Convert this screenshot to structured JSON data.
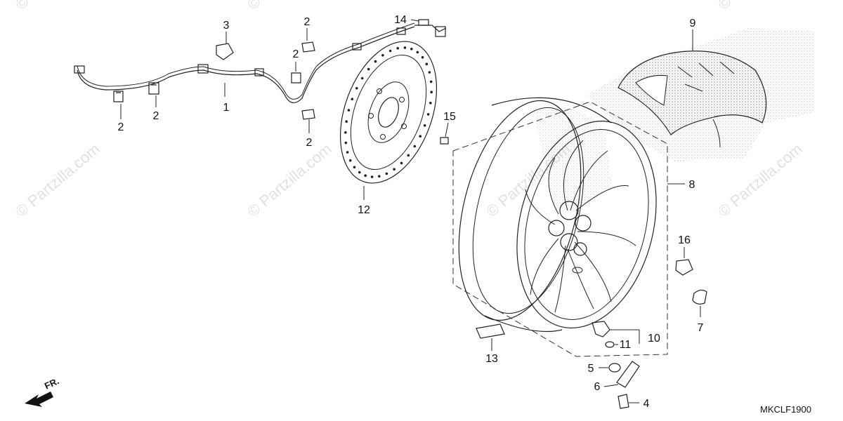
{
  "diagram_code": "MKCLF1900",
  "front_marker": "FR.",
  "watermark_text": "© Partzilla.com",
  "colors": {
    "line": "#222222",
    "tire_stipple": "#9a9a9a",
    "watermark": "#c9c9c9"
  },
  "callouts": [
    {
      "id": "wire-1",
      "label": "1"
    },
    {
      "id": "clamp-2a",
      "label": "2"
    },
    {
      "id": "clamp-2b",
      "label": "2"
    },
    {
      "id": "clamp-2c",
      "label": "2"
    },
    {
      "id": "clamp-2d",
      "label": "2"
    },
    {
      "id": "clamp-2e",
      "label": "2"
    },
    {
      "id": "clip-3",
      "label": "3"
    },
    {
      "id": "cap-4",
      "label": "4"
    },
    {
      "id": "nut-5",
      "label": "5"
    },
    {
      "id": "valve-6",
      "label": "6"
    },
    {
      "id": "washer-7",
      "label": "7"
    },
    {
      "id": "wheel-8",
      "label": "8"
    },
    {
      "id": "tire-9",
      "label": "9"
    },
    {
      "id": "valve-assy-10",
      "label": "10"
    },
    {
      "id": "oring-11",
      "label": "11"
    },
    {
      "id": "disk-12",
      "label": "12"
    },
    {
      "id": "weight-13",
      "label": "13"
    },
    {
      "id": "bolt-14",
      "label": "14"
    },
    {
      "id": "bolt-15",
      "label": "15"
    },
    {
      "id": "nut-16",
      "label": "16"
    }
  ]
}
